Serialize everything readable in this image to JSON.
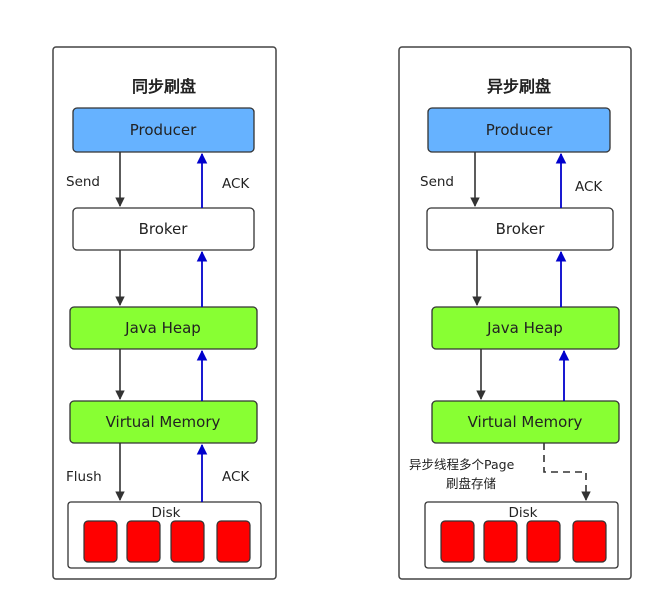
{
  "sync": {
    "title": "同步刷盘",
    "producer": "Producer",
    "broker": "Broker",
    "java_heap": "Java Heap",
    "virtual_memory": "Virtual Memory",
    "disk": "Disk",
    "send_label": "Send",
    "ack_top_label": "ACK",
    "flush_label": "Flush",
    "ack_bottom_label": "ACK"
  },
  "async": {
    "title": "异步刷盘",
    "producer": "Producer",
    "broker": "Broker",
    "java_heap": "Java Heap",
    "virtual_memory": "Virtual Memory",
    "disk": "Disk",
    "send_label": "Send",
    "ack_top_label": "ACK",
    "note_line1": "异步线程多个Page",
    "note_line2": "刷盘存储"
  },
  "colors": {
    "producer_fill": "#66b2ff",
    "heap_fill": "#88ff33",
    "block_fill": "#ff0000",
    "ack_arrow": "#0000cc",
    "down_arrow": "#333333",
    "panel_border": "#444444"
  }
}
